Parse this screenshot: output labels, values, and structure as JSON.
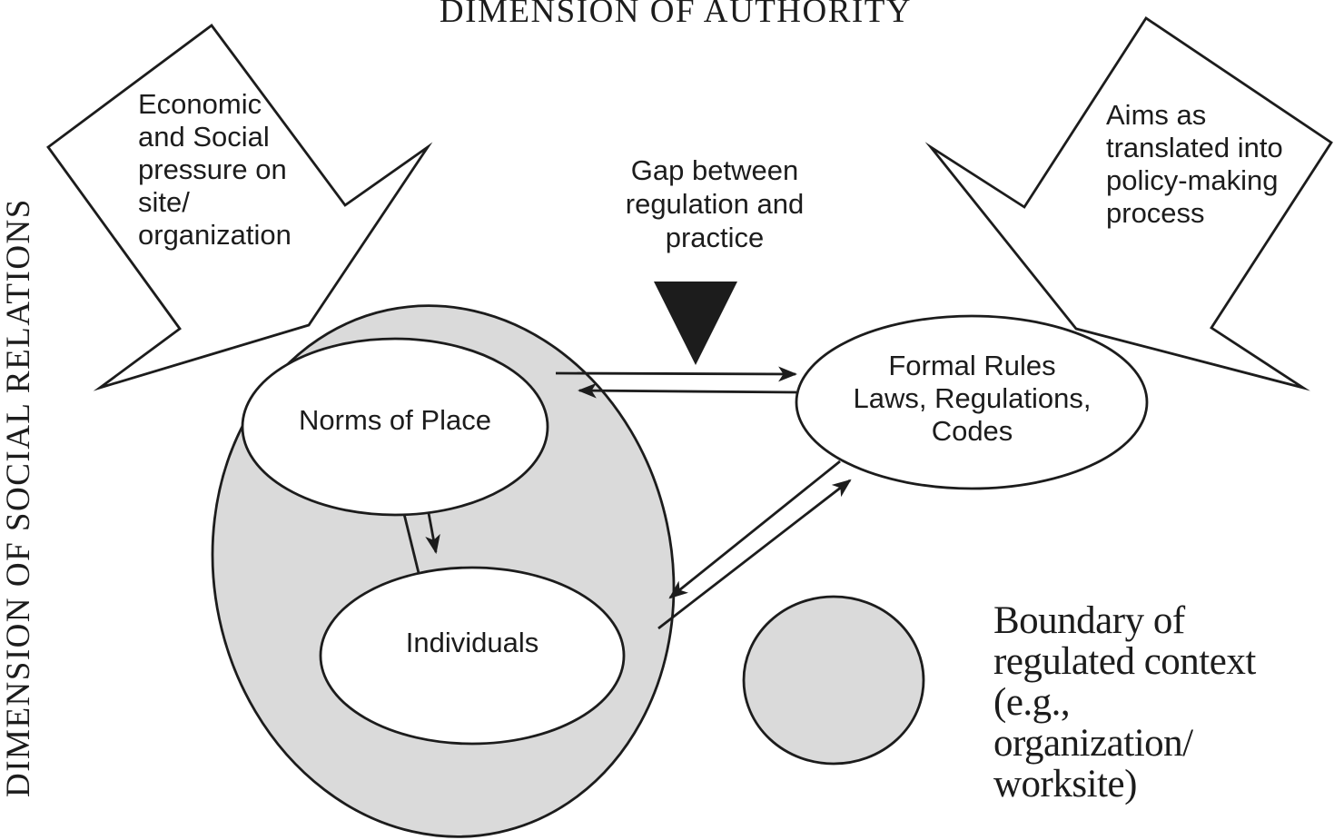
{
  "titles": {
    "authority_axis": "DIMENSION OF AUTHORITY",
    "social_relations_axis": "DIMENSION OF SOCIAL RELATIONS"
  },
  "pressure_arrows": {
    "left_block": {
      "lines": [
        "Economic",
        "and Social",
        "pressure on",
        "site/",
        "organization"
      ]
    },
    "right_block": {
      "lines": [
        "Aims as",
        "translated into",
        "policy-making",
        "process"
      ]
    }
  },
  "gap_annotation": {
    "lines": [
      "Gap between",
      "regulation and",
      "practice"
    ]
  },
  "nodes": {
    "norms_of_place": {
      "label": "Norms of Place"
    },
    "individuals": {
      "label": "Individuals"
    },
    "formal_rules": {
      "lines": [
        "Formal Rules",
        "Laws, Regulations,",
        "Codes"
      ]
    }
  },
  "legend": {
    "lines": [
      "Boundary of",
      "regulated context",
      "(e.g.,",
      "organization/",
      "worksite)"
    ]
  },
  "colors": {
    "ink": "#1c1c1c",
    "boundary_fill": "#dadada",
    "node_fill": "#ffffff"
  }
}
